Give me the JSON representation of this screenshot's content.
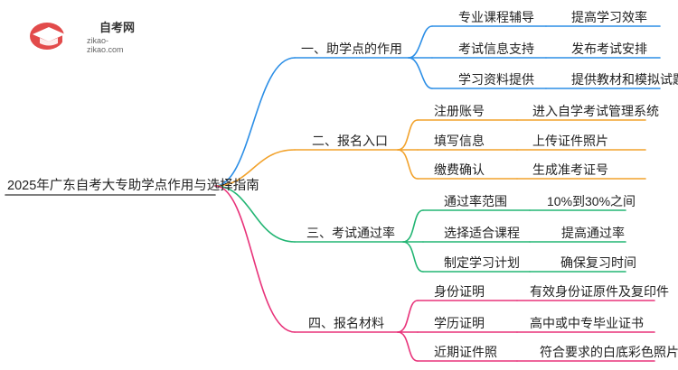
{
  "logo": {
    "name": "自考网",
    "url": "zikao-zikao.com"
  },
  "root": {
    "label": "2025年广东自考大专助学点作用与选择指南"
  },
  "colors": {
    "blue": "#2b8ee6",
    "orange": "#f2a22b",
    "green": "#22b573",
    "pink": "#e8337a"
  },
  "branches": [
    {
      "label": "一、助学点的作用",
      "color": "#2b8ee6",
      "children": [
        {
          "label": "专业课程辅导",
          "value": "提高学习效率"
        },
        {
          "label": "考试信息支持",
          "value": "发布考试安排"
        },
        {
          "label": "学习资料提供",
          "value": "提供教材和模拟试题"
        }
      ]
    },
    {
      "label": "二、报名入口",
      "color": "#f2a22b",
      "children": [
        {
          "label": "注册账号",
          "value": "进入自学考试管理系统"
        },
        {
          "label": "填写信息",
          "value": "上传证件照片"
        },
        {
          "label": "缴费确认",
          "value": "生成准考证号"
        }
      ]
    },
    {
      "label": "三、考试通过率",
      "color": "#22b573",
      "children": [
        {
          "label": "通过率范围",
          "value": "10%到30%之间"
        },
        {
          "label": "选择适合课程",
          "value": "提高通过率"
        },
        {
          "label": "制定学习计划",
          "value": "确保复习时间"
        }
      ]
    },
    {
      "label": "四、报名材料",
      "color": "#e8337a",
      "children": [
        {
          "label": "身份证明",
          "value": "有效身份证原件及复印件"
        },
        {
          "label": "学历证明",
          "value": "高中或中专毕业证书"
        },
        {
          "label": "近期证件照",
          "value": "符合要求的白底彩色照片"
        }
      ]
    }
  ]
}
